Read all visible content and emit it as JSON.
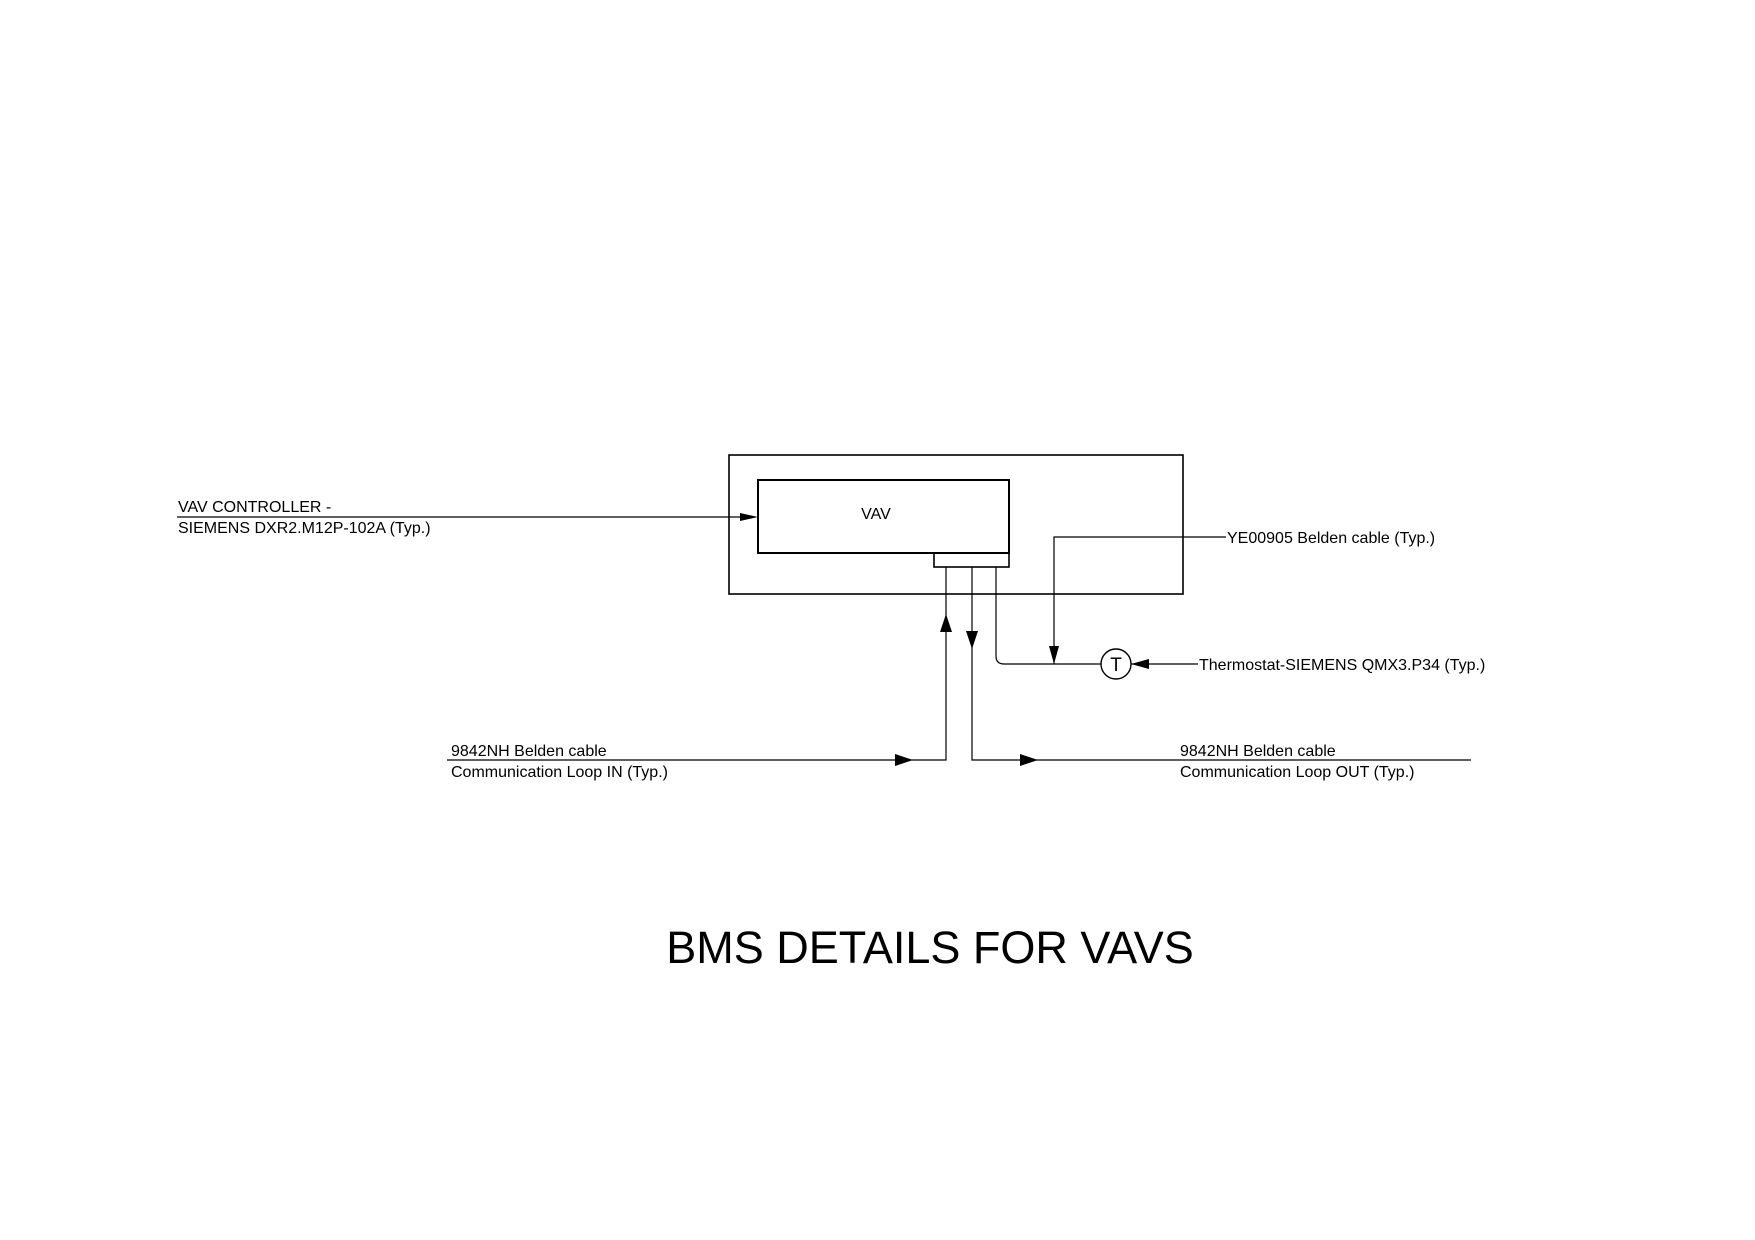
{
  "title": "BMS DETAILS FOR VAVS",
  "vav_label": "VAV",
  "thermostat_symbol": "T",
  "labels": {
    "controller_line1": "VAV CONTROLLER -",
    "controller_line2": "SIEMENS DXR2.M12P-102A (Typ.)",
    "ye_cable": "YE00905 Belden cable (Typ.)",
    "thermostat": "Thermostat-SIEMENS QMX3.P34 (Typ.)",
    "loop_in_line1": "9842NH Belden cable",
    "loop_in_line2": "Communication Loop IN (Typ.)",
    "loop_out_line1": "9842NH Belden cable",
    "loop_out_line2": "Communication Loop OUT (Typ.)"
  }
}
